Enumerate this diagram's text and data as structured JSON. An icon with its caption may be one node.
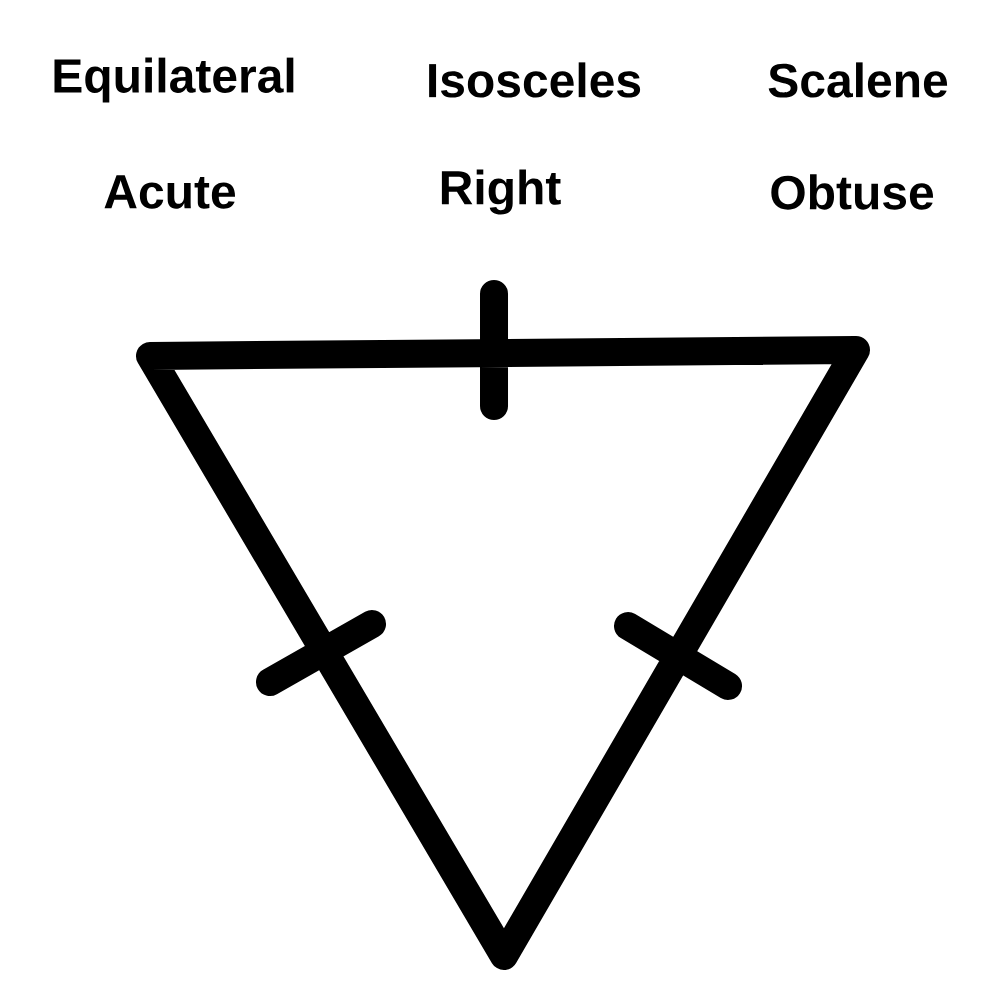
{
  "diagram": {
    "labels": [
      "Equilateral",
      "Isosceles",
      "Scalene",
      "Acute",
      "Right",
      "Obtuse"
    ]
  }
}
